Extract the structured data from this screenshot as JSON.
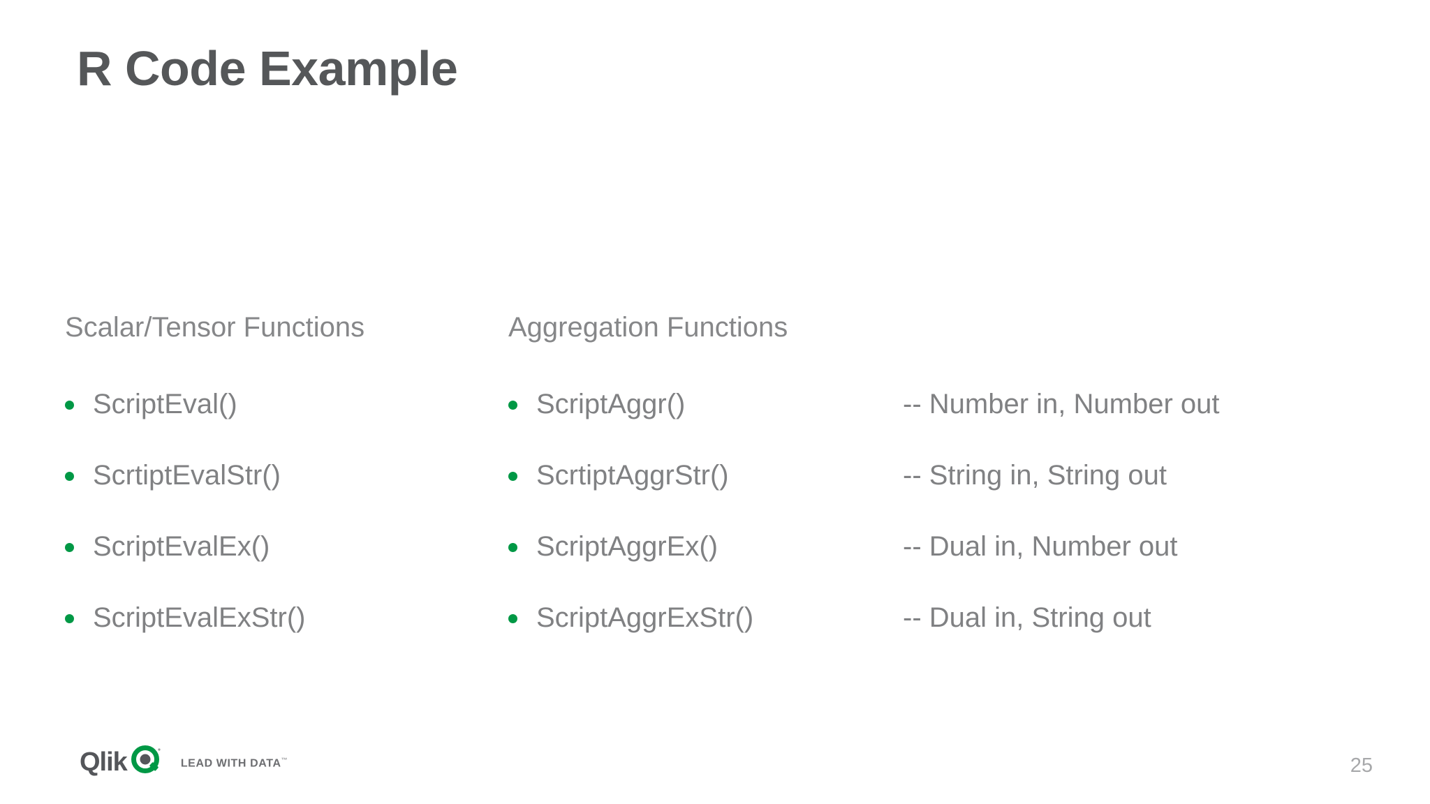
{
  "slide": {
    "title": "R Code Example",
    "page_number": "25",
    "background_color": "#ffffff",
    "title_color": "#555759",
    "body_color": "#808183",
    "bullet_color": "#009845"
  },
  "columns": {
    "scalar": {
      "header": "Scalar/Tensor Functions",
      "items": [
        {
          "label": "ScriptEval()"
        },
        {
          "label": "ScrtiptEvalStr()"
        },
        {
          "label": "ScriptEvalEx()"
        },
        {
          "label": "ScriptEvalExStr()"
        }
      ]
    },
    "aggregation": {
      "header": "Aggregation Functions",
      "items": [
        {
          "label": "ScriptAggr()"
        },
        {
          "label": "ScrtiptAggrStr()"
        },
        {
          "label": "ScriptAggrEx()"
        },
        {
          "label": "ScriptAggrExStr()"
        }
      ]
    },
    "notes": {
      "header": "",
      "items": [
        {
          "label": "-- Number in, Number out"
        },
        {
          "label": "-- String in, String out"
        },
        {
          "label": "-- Dual in, Number out"
        },
        {
          "label": "-- Dual in, String out"
        }
      ]
    }
  },
  "footer": {
    "logo_wordmark": "Qlik",
    "logo_icon": "qlik-q-icon",
    "tagline": "LEAD WITH DATA",
    "trademark": "™"
  }
}
